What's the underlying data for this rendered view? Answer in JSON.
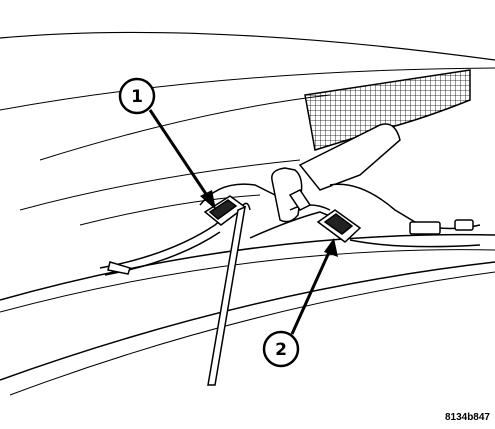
{
  "callouts": [
    {
      "label": "1"
    },
    {
      "label": "2"
    }
  ],
  "figure_id": "8134b847",
  "colors": {
    "line": "#000000",
    "background": "#ffffff",
    "hatch": "#000000"
  },
  "icons": [
    "callout-circle-icon",
    "leader-arrow-icon"
  ]
}
